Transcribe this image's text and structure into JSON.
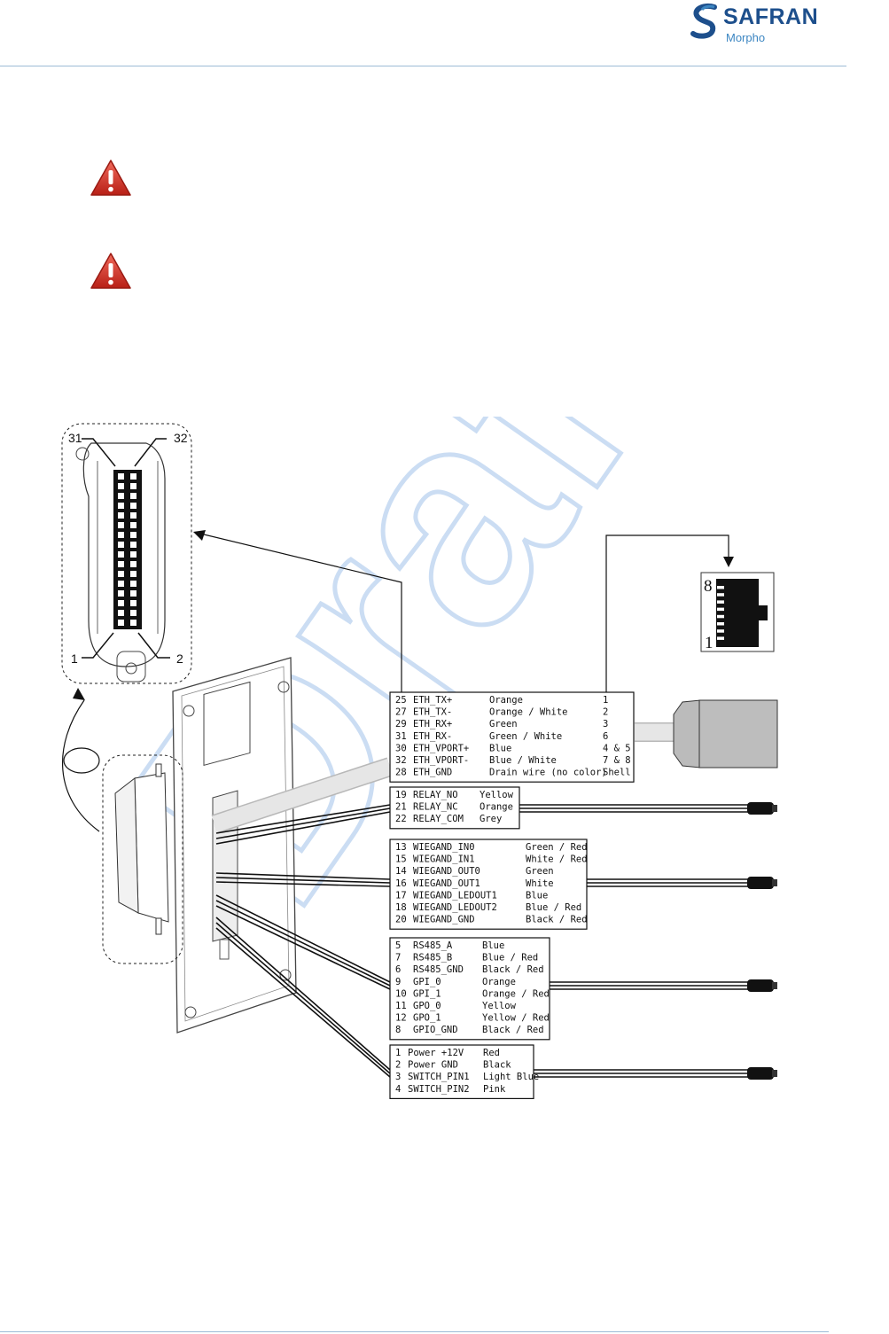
{
  "header": {
    "logo_text": "SAFRAN",
    "logo_subtext": "Morpho"
  },
  "warnings": [
    {
      "icon": "warning-icon"
    },
    {
      "icon": "warning-icon"
    }
  ],
  "colors": {
    "rule_line": "#9dbbd6",
    "logo_blue": "#1d4f8c",
    "watermark": "#a9c7ec",
    "warning_red": "#d2342a"
  },
  "watermark": {
    "text": "Draft"
  },
  "connector": {
    "pin_labels": [
      "31",
      "32",
      "1",
      "2"
    ]
  },
  "rj45": {
    "pin_top": "8",
    "pin_bottom": "1"
  },
  "pin_tables": [
    {
      "name": "ethernet",
      "rows": [
        [
          "25",
          "ETH_TX+",
          "Orange",
          "1"
        ],
        [
          "27",
          "ETH_TX-",
          "Orange / White",
          "2"
        ],
        [
          "29",
          "ETH_RX+",
          "Green",
          "3"
        ],
        [
          "31",
          "ETH_RX-",
          "Green / White",
          "6"
        ],
        [
          "30",
          "ETH_VPORT+",
          "Blue",
          "4 & 5"
        ],
        [
          "32",
          "ETH_VPORT-",
          "Blue / White",
          "7 & 8"
        ],
        [
          "28",
          "ETH_GND",
          "Drain wire (no color)",
          "Shell"
        ]
      ]
    },
    {
      "name": "relay",
      "rows": [
        [
          "19",
          "RELAY_NO",
          "Yellow"
        ],
        [
          "21",
          "RELAY_NC",
          "Orange"
        ],
        [
          "22",
          "RELAY_COM",
          "Grey"
        ]
      ]
    },
    {
      "name": "wiegand",
      "rows": [
        [
          "13",
          "WIEGAND_IN0",
          "Green / Red"
        ],
        [
          "15",
          "WIEGAND_IN1",
          "White / Red"
        ],
        [
          "14",
          "WIEGAND_OUT0",
          "Green"
        ],
        [
          "16",
          "WIEGAND_OUT1",
          "White"
        ],
        [
          "17",
          "WIEGAND_LEDOUT1",
          "Blue"
        ],
        [
          "18",
          "WIEGAND_LEDOUT2",
          "Blue / Red"
        ],
        [
          "20",
          "WIEGAND_GND",
          "Black / Red"
        ]
      ]
    },
    {
      "name": "rs485-gpio",
      "rows": [
        [
          " 5",
          "RS485_A",
          "Blue"
        ],
        [
          " 7",
          "RS485_B",
          "Blue / Red"
        ],
        [
          " 6",
          "RS485_GND",
          "Black / Red"
        ],
        [
          " 9",
          "GPI_0",
          "Orange"
        ],
        [
          "10",
          "GPI_1",
          "Orange / Red"
        ],
        [
          "11",
          "GPO_0",
          "Yellow"
        ],
        [
          "12",
          "GPO_1",
          "Yellow / Red"
        ],
        [
          " 8",
          "GPIO_GND",
          "Black / Red"
        ]
      ]
    },
    {
      "name": "power",
      "rows": [
        [
          "1",
          "Power +12V",
          "Red"
        ],
        [
          "2",
          "Power GND",
          "Black"
        ],
        [
          "3",
          "SWITCH_PIN1",
          "Light Blue"
        ],
        [
          "4",
          "SWITCH_PIN2",
          "Pink"
        ]
      ]
    }
  ]
}
